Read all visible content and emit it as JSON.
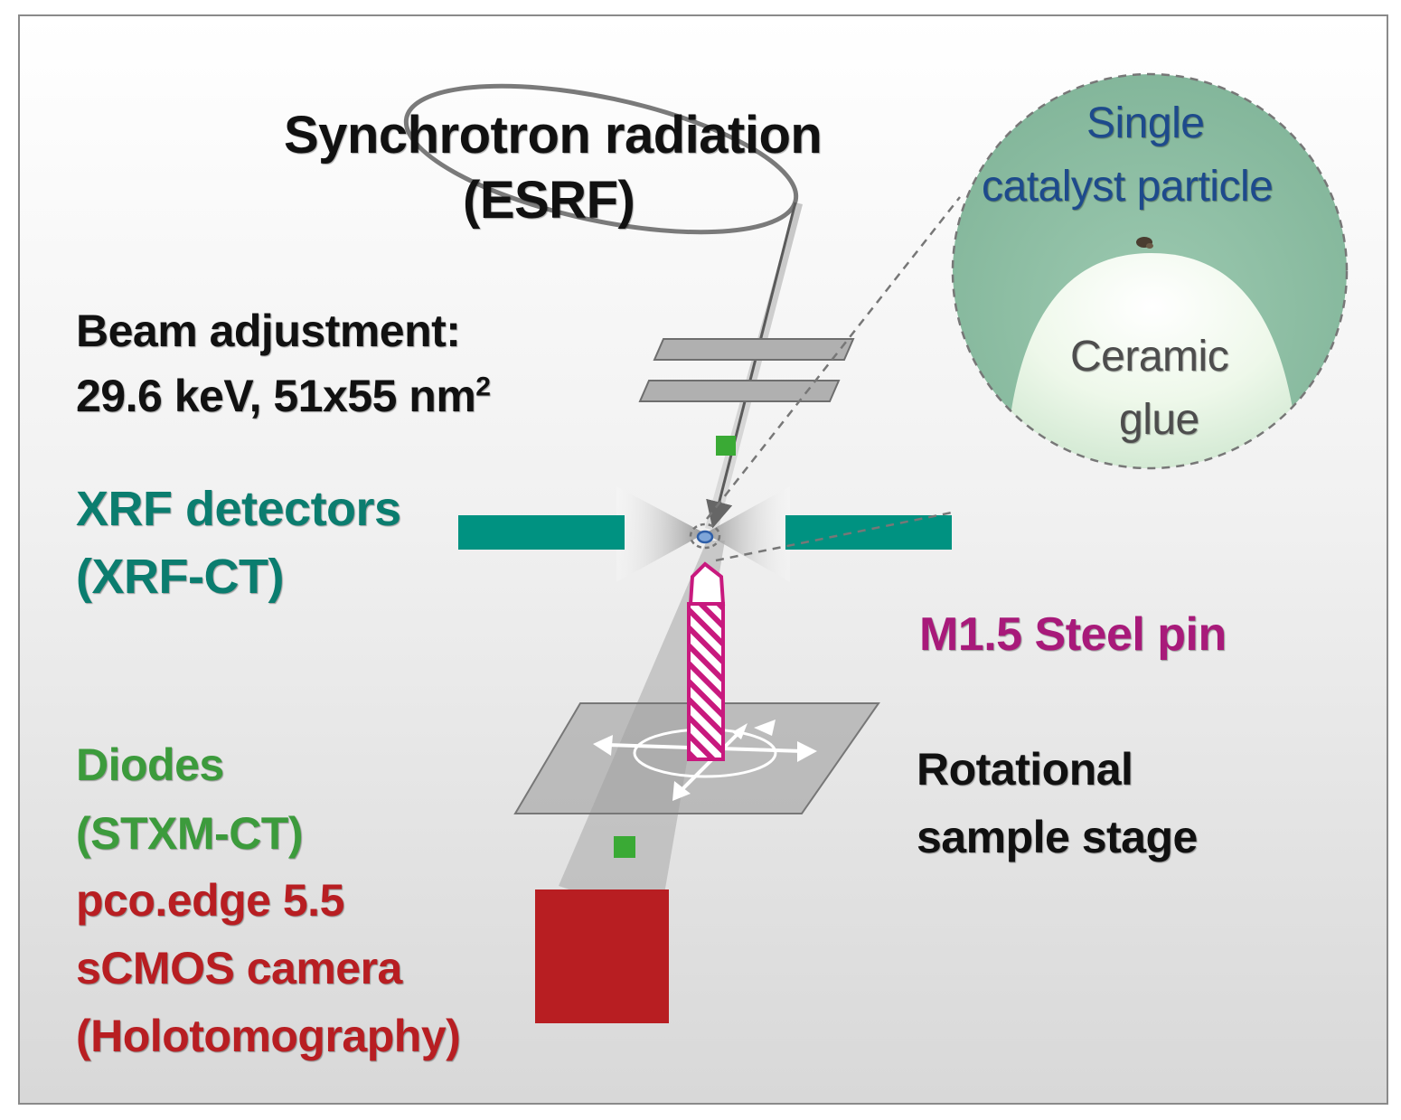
{
  "labels": {
    "synchrotron": "Synchrotron radiation",
    "synchrotron_source": "(ESRF)",
    "beam_title": "Beam adjustment:",
    "beam_specs": "29.6 keV, 51x55 nm",
    "beam_specs_exponent": "2",
    "xrf_detectors": "XRF detectors",
    "xrf_ct": "(XRF-CT)",
    "diodes": "Diodes",
    "stxm_ct": "(STXM-CT)",
    "camera_model": "pco.edge 5.5",
    "camera_type": "sCMOS camera",
    "holotomography": "(Holotomography)",
    "steel_pin": "M1.5 Steel pin",
    "stage_line1": "Rotational",
    "stage_line2": "sample stage",
    "inset_particle_line1": "Single",
    "inset_particle_line2": "catalyst  particle",
    "inset_glue_line1": "Ceramic",
    "inset_glue_line2": "glue"
  },
  "colors": {
    "detector": "#009281",
    "diode": "#3aaa35",
    "camera": "#b81e22",
    "pin": "#c8197e",
    "inset_background": "#8fc0a4"
  }
}
